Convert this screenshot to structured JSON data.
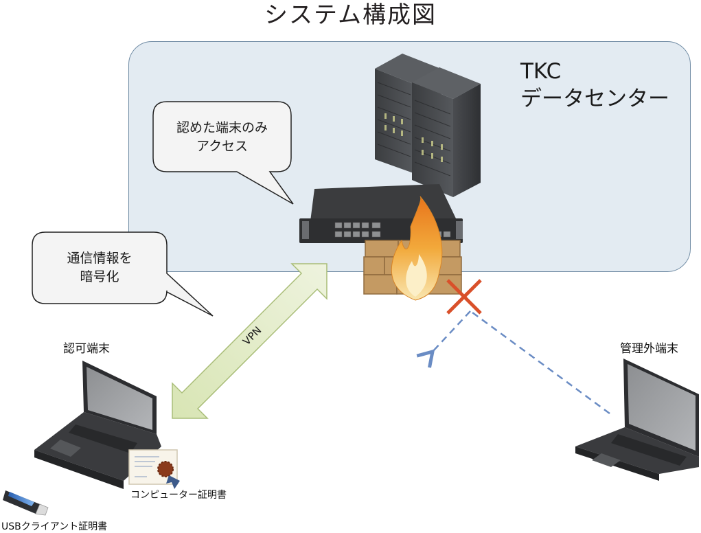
{
  "title": "システム構成図",
  "datacenter": {
    "label_line1": "TKC",
    "label_line2": "データセンター",
    "bg_color": "#e3ebf2",
    "border_color": "#6e8aa3"
  },
  "callouts": {
    "access": {
      "line1": "認めた端末のみ",
      "line2": "アクセス"
    },
    "encrypt": {
      "line1": "通信情報を",
      "line2": "暗号化"
    }
  },
  "vpn": {
    "label": "VPN",
    "color": "#dfe9c2",
    "stroke": "#a9bd78"
  },
  "authorized_terminal": {
    "label": "認可端末"
  },
  "unmanaged_terminal": {
    "label": "管理外端末"
  },
  "computer_certificate": {
    "label": "コンピューター証明書"
  },
  "usb_certificate": {
    "label": "USBクライアント証明書"
  },
  "blocked_marker": {
    "color": "#d9502a"
  },
  "dashed_line_color": "#6a8cc4"
}
